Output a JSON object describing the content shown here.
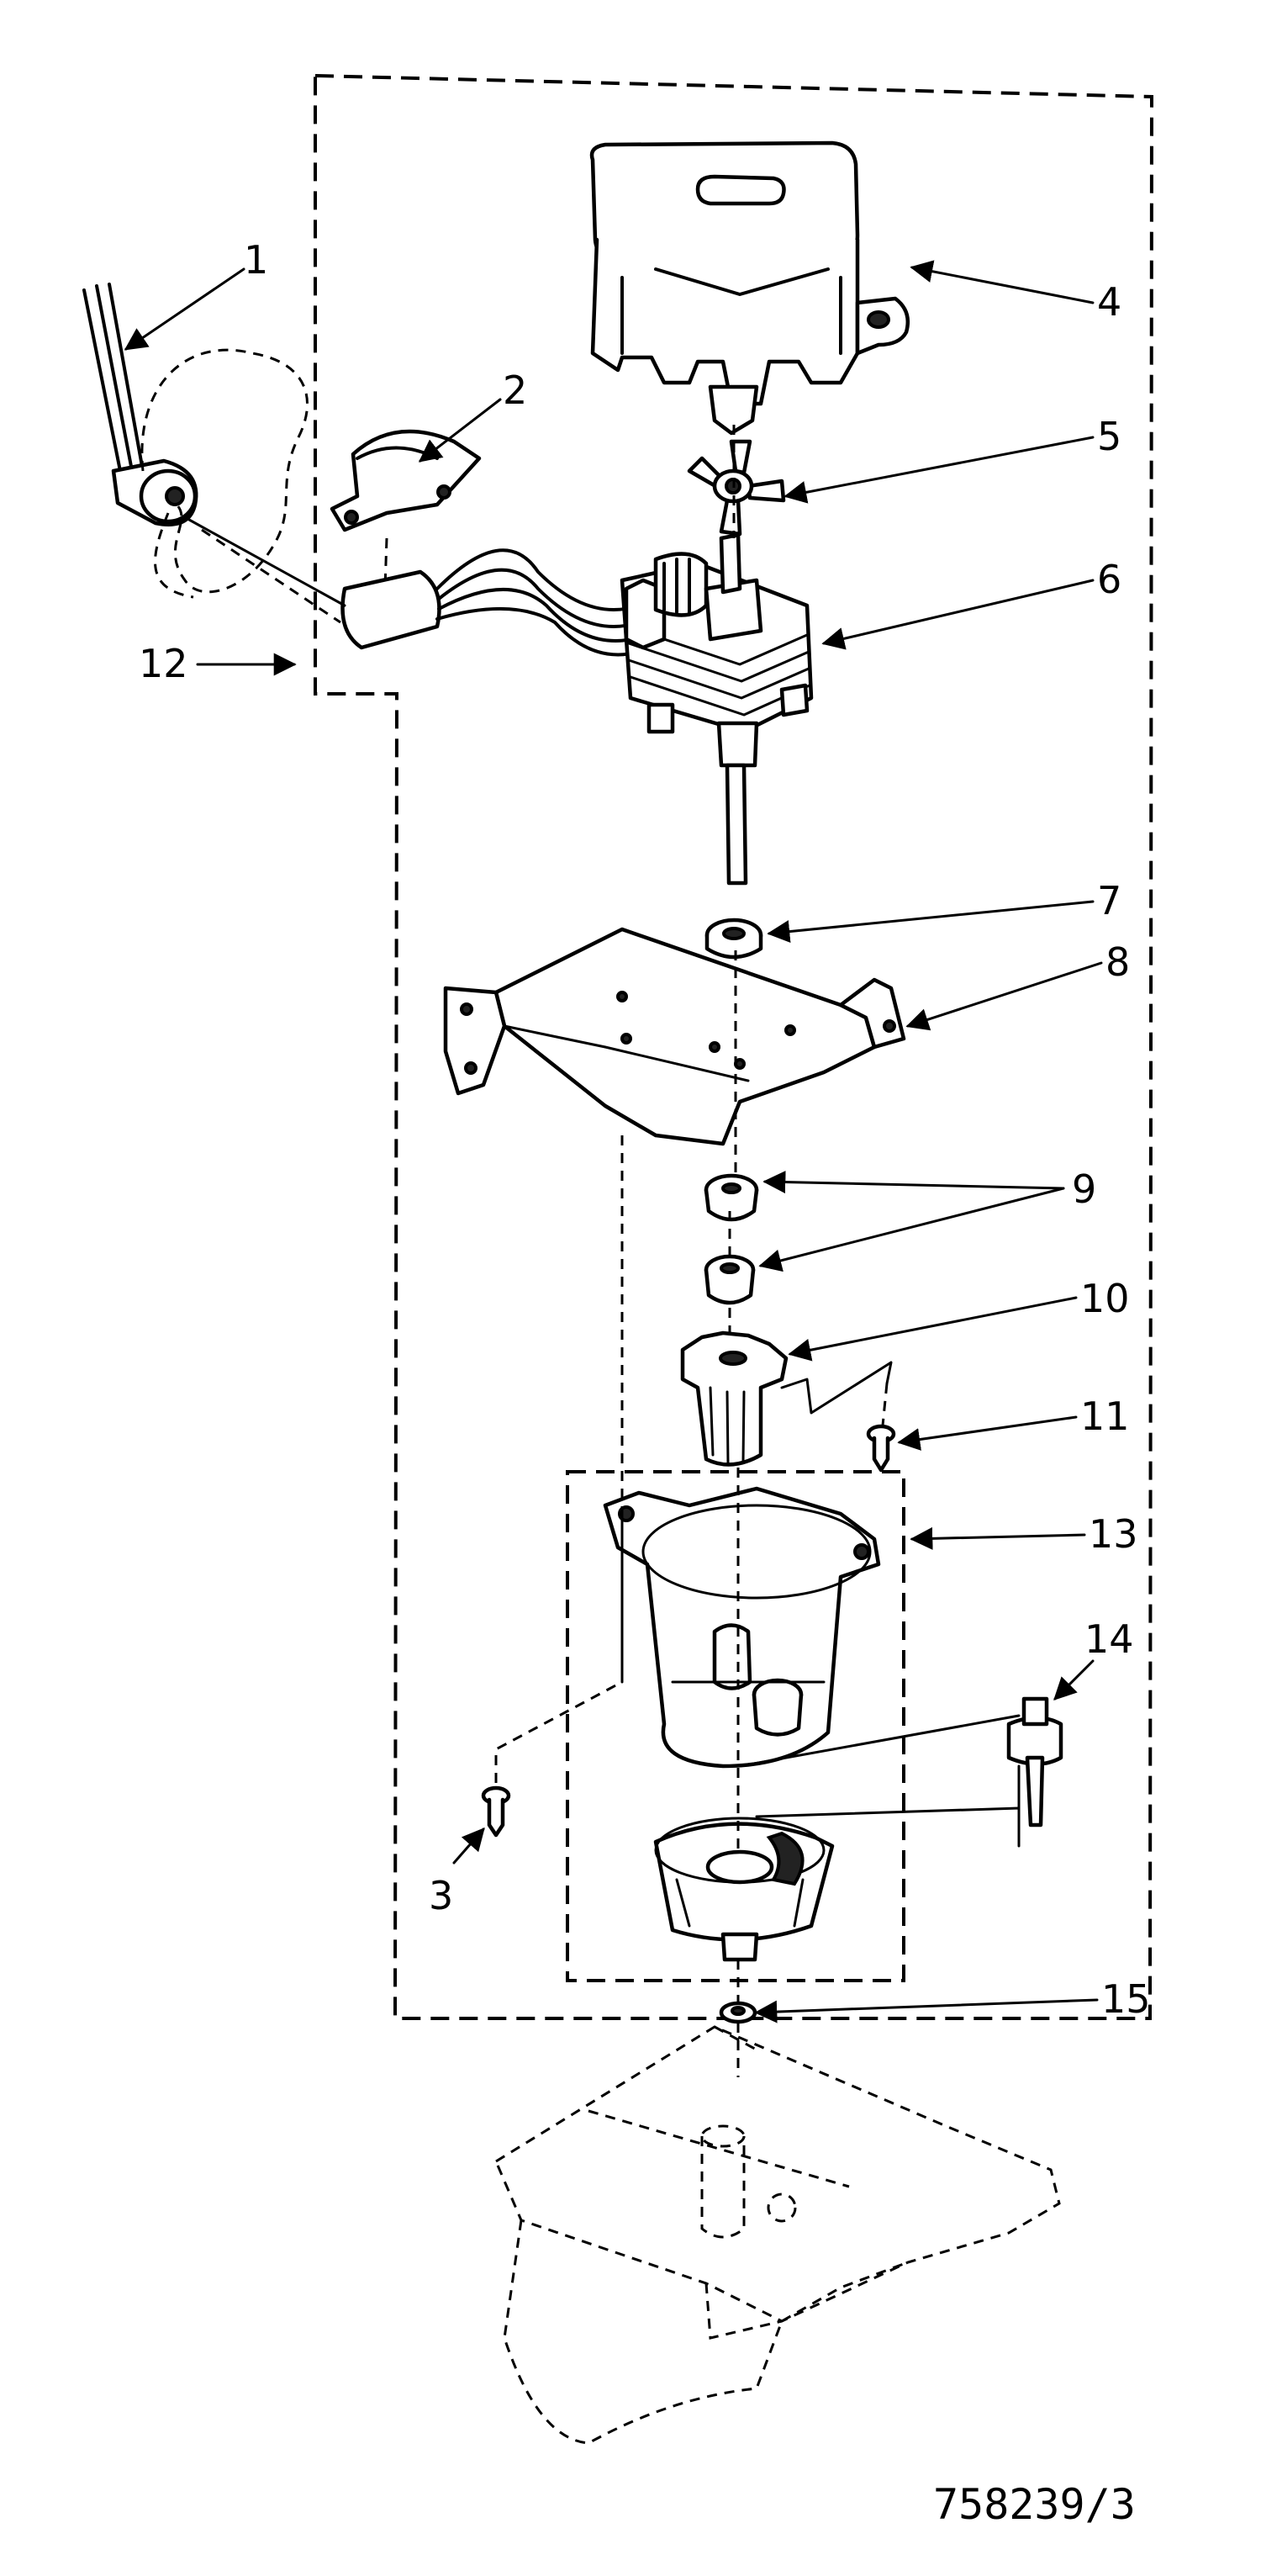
{
  "diagram": {
    "callouts": [
      "1",
      "2",
      "3",
      "4",
      "5",
      "6",
      "7",
      "8",
      "9",
      "10",
      "11",
      "12",
      "13",
      "14",
      "15"
    ],
    "drawing_number": "758239/3"
  }
}
